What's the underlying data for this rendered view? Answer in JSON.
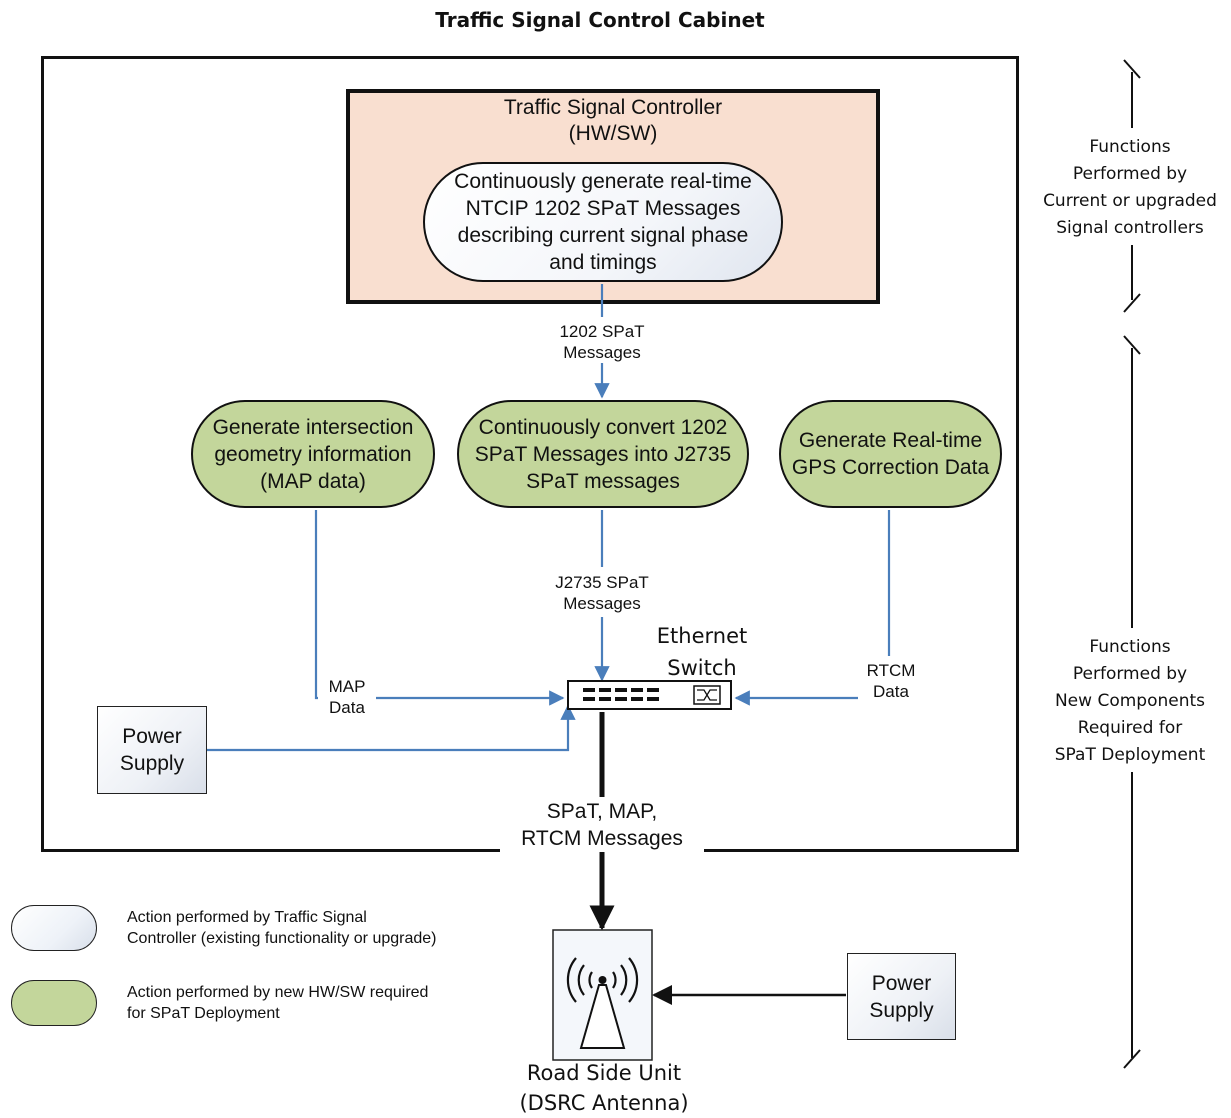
{
  "title": "Traffic Signal Control Cabinet",
  "controller": {
    "title_line1": "Traffic Signal Controller",
    "title_line2": "(HW/SW)"
  },
  "nodes": {
    "spat_generate": [
      "Continuously generate real-time",
      "NTCIP 1202 SPaT Messages",
      "describing current signal phase",
      "and timings"
    ],
    "map_generate": [
      "Generate intersection",
      "geometry information",
      "(MAP data)"
    ],
    "spat_convert": [
      "Continuously convert 1202",
      "SPaT Messages into J2735",
      "SPaT messages"
    ],
    "gps_correction": [
      "Generate Real-time",
      "GPS Correction Data"
    ]
  },
  "flows": {
    "spat_1202": [
      "1202 SPaT",
      "Messages"
    ],
    "j2735": [
      "J2735 SPaT",
      "Messages"
    ],
    "map": [
      "MAP",
      "Data"
    ],
    "rtcm": [
      "RTCM",
      "Data"
    ],
    "outbound": [
      "SPaT, MAP,",
      "RTCM Messages"
    ]
  },
  "ethernet_switch": [
    "Ethernet",
    "Switch"
  ],
  "power_supply_cabinet": [
    "Power",
    "Supply"
  ],
  "power_supply_rsu": [
    "Power",
    "Supply"
  ],
  "rsu": [
    "Road Side Unit",
    "(DSRC Antenna)"
  ],
  "side_labels": {
    "top": [
      "Functions",
      "Performed by",
      "Current or upgraded",
      "Signal controllers"
    ],
    "bottom": [
      "Functions",
      "Performed by",
      "New Components",
      "Required for",
      "SPaT Deployment"
    ]
  },
  "legend": [
    {
      "lines": [
        "Action performed by Traffic Signal",
        "Controller (existing functionality or upgrade)"
      ],
      "color": "#eef2f8"
    },
    {
      "lines": [
        "Action performed by new HW/SW required",
        "for SPaT Deployment"
      ],
      "color": "#c3d69b"
    }
  ],
  "colors": {
    "connector": "#4a7ebb",
    "controller_fill": "#f9dfd0",
    "new_component_fill": "#c3d69b"
  }
}
